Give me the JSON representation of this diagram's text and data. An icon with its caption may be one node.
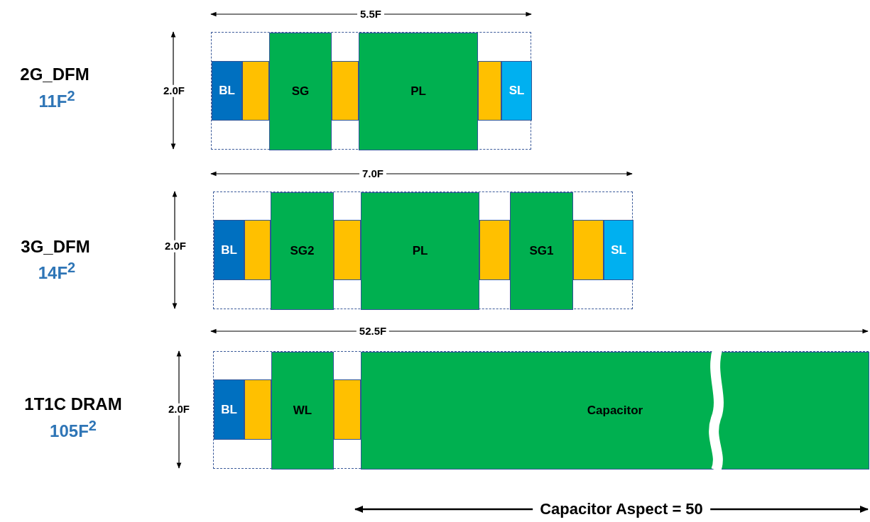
{
  "diagram": {
    "nodes": [
      {
        "text": [],
        "shape": "box"
      },
      {
        "text": [
          "BL"
        ],
        "in": 0
      },
      {
        "text": [],
        "shape": "box",
        "in": 0
      },
      {
        "text": [
          "SG"
        ],
        "in": 0
      },
      {
        "text": [],
        "shape": "box",
        "in": 0
      },
      {
        "text": [
          "PL"
        ],
        "in": 0
      },
      {
        "text": [],
        "shape": "box",
        "in": 0
      },
      {
        "text": [
          "SL"
        ],
        "in": 0
      },
      {
        "text": [],
        "shape": "box"
      },
      {
        "text": [
          "BL"
        ],
        "in": 8
      },
      {
        "text": [],
        "shape": "box",
        "in": 8
      },
      {
        "text": [
          "SG2"
        ],
        "in": 8
      },
      {
        "text": [],
        "shape": "box",
        "in": 8
      },
      {
        "text": [
          "PL"
        ],
        "in": 8
      },
      {
        "text": [],
        "shape": "box",
        "in": 8
      },
      {
        "text": [
          "SG1"
        ],
        "in": 8
      },
      {
        "text": [],
        "shape": "box",
        "in": 8
      },
      {
        "text": [
          "SL"
        ],
        "in": 8
      },
      {
        "text": [],
        "shape": "box"
      },
      {
        "text": [
          "BL"
        ],
        "in": 18
      },
      {
        "text": [],
        "shape": "box",
        "in": 18
      },
      {
        "text": [
          "WL"
        ],
        "in": 18
      },
      {
        "text": [],
        "shape": "box",
        "in": 18
      },
      {
        "text": [
          "Capacitor"
        ],
        "in": 18
      }
    ],
    "edges": [],
    "labels": [
      "5.5F",
      "2G_DFM",
      "11F$^{2}$",
      "2.0F",
      "7.0F",
      "3G_DFM",
      "14F$^{2}$",
      "2.0F",
      "52.5F",
      "1T1C DRAM",
      "105F$^{2}$",
      "2.0F",
      "Capacitor Aspect = 50"
    ]
  }
}
